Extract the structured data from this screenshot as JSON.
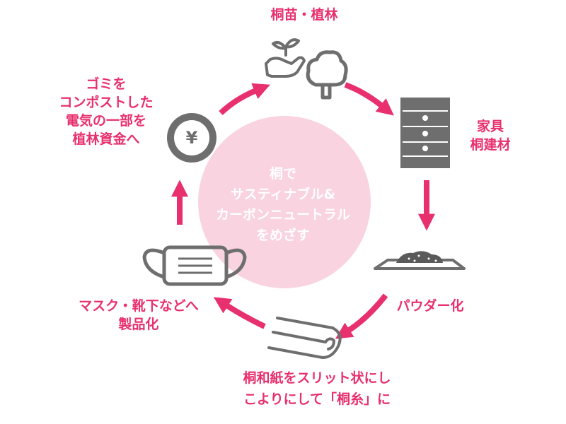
{
  "center": {
    "lines": [
      "桐で",
      "サスティナブル&",
      "カーボンニュートラル",
      "をめざす"
    ]
  },
  "steps": [
    {
      "lines": [
        "桐苗・植林"
      ],
      "icon": "seedling-in-hand-and-tree-icon"
    },
    {
      "lines": [
        "家具",
        "桐建材"
      ],
      "icon": "drawer-chest-icon"
    },
    {
      "lines": [
        "パウダー化"
      ],
      "icon": "powder-tray-icon"
    },
    {
      "lines": [
        "桐和紙をスリット状にし",
        "こよりにして「桐糸」に"
      ],
      "icon": "paper-roll-icon"
    },
    {
      "lines": [
        "マスク・靴下などへ",
        "製品化"
      ],
      "icon": "face-mask-icon"
    },
    {
      "lines": [
        "ゴミを",
        "コンポストした",
        "電気の一部を",
        "植林資金へ"
      ],
      "icon": "yen-coin-icon"
    }
  ],
  "coin": {
    "symbol": "¥"
  },
  "colors": {
    "accent": "#e8306f",
    "circle": "#f9d3df",
    "icon": "#6e6e6e"
  }
}
